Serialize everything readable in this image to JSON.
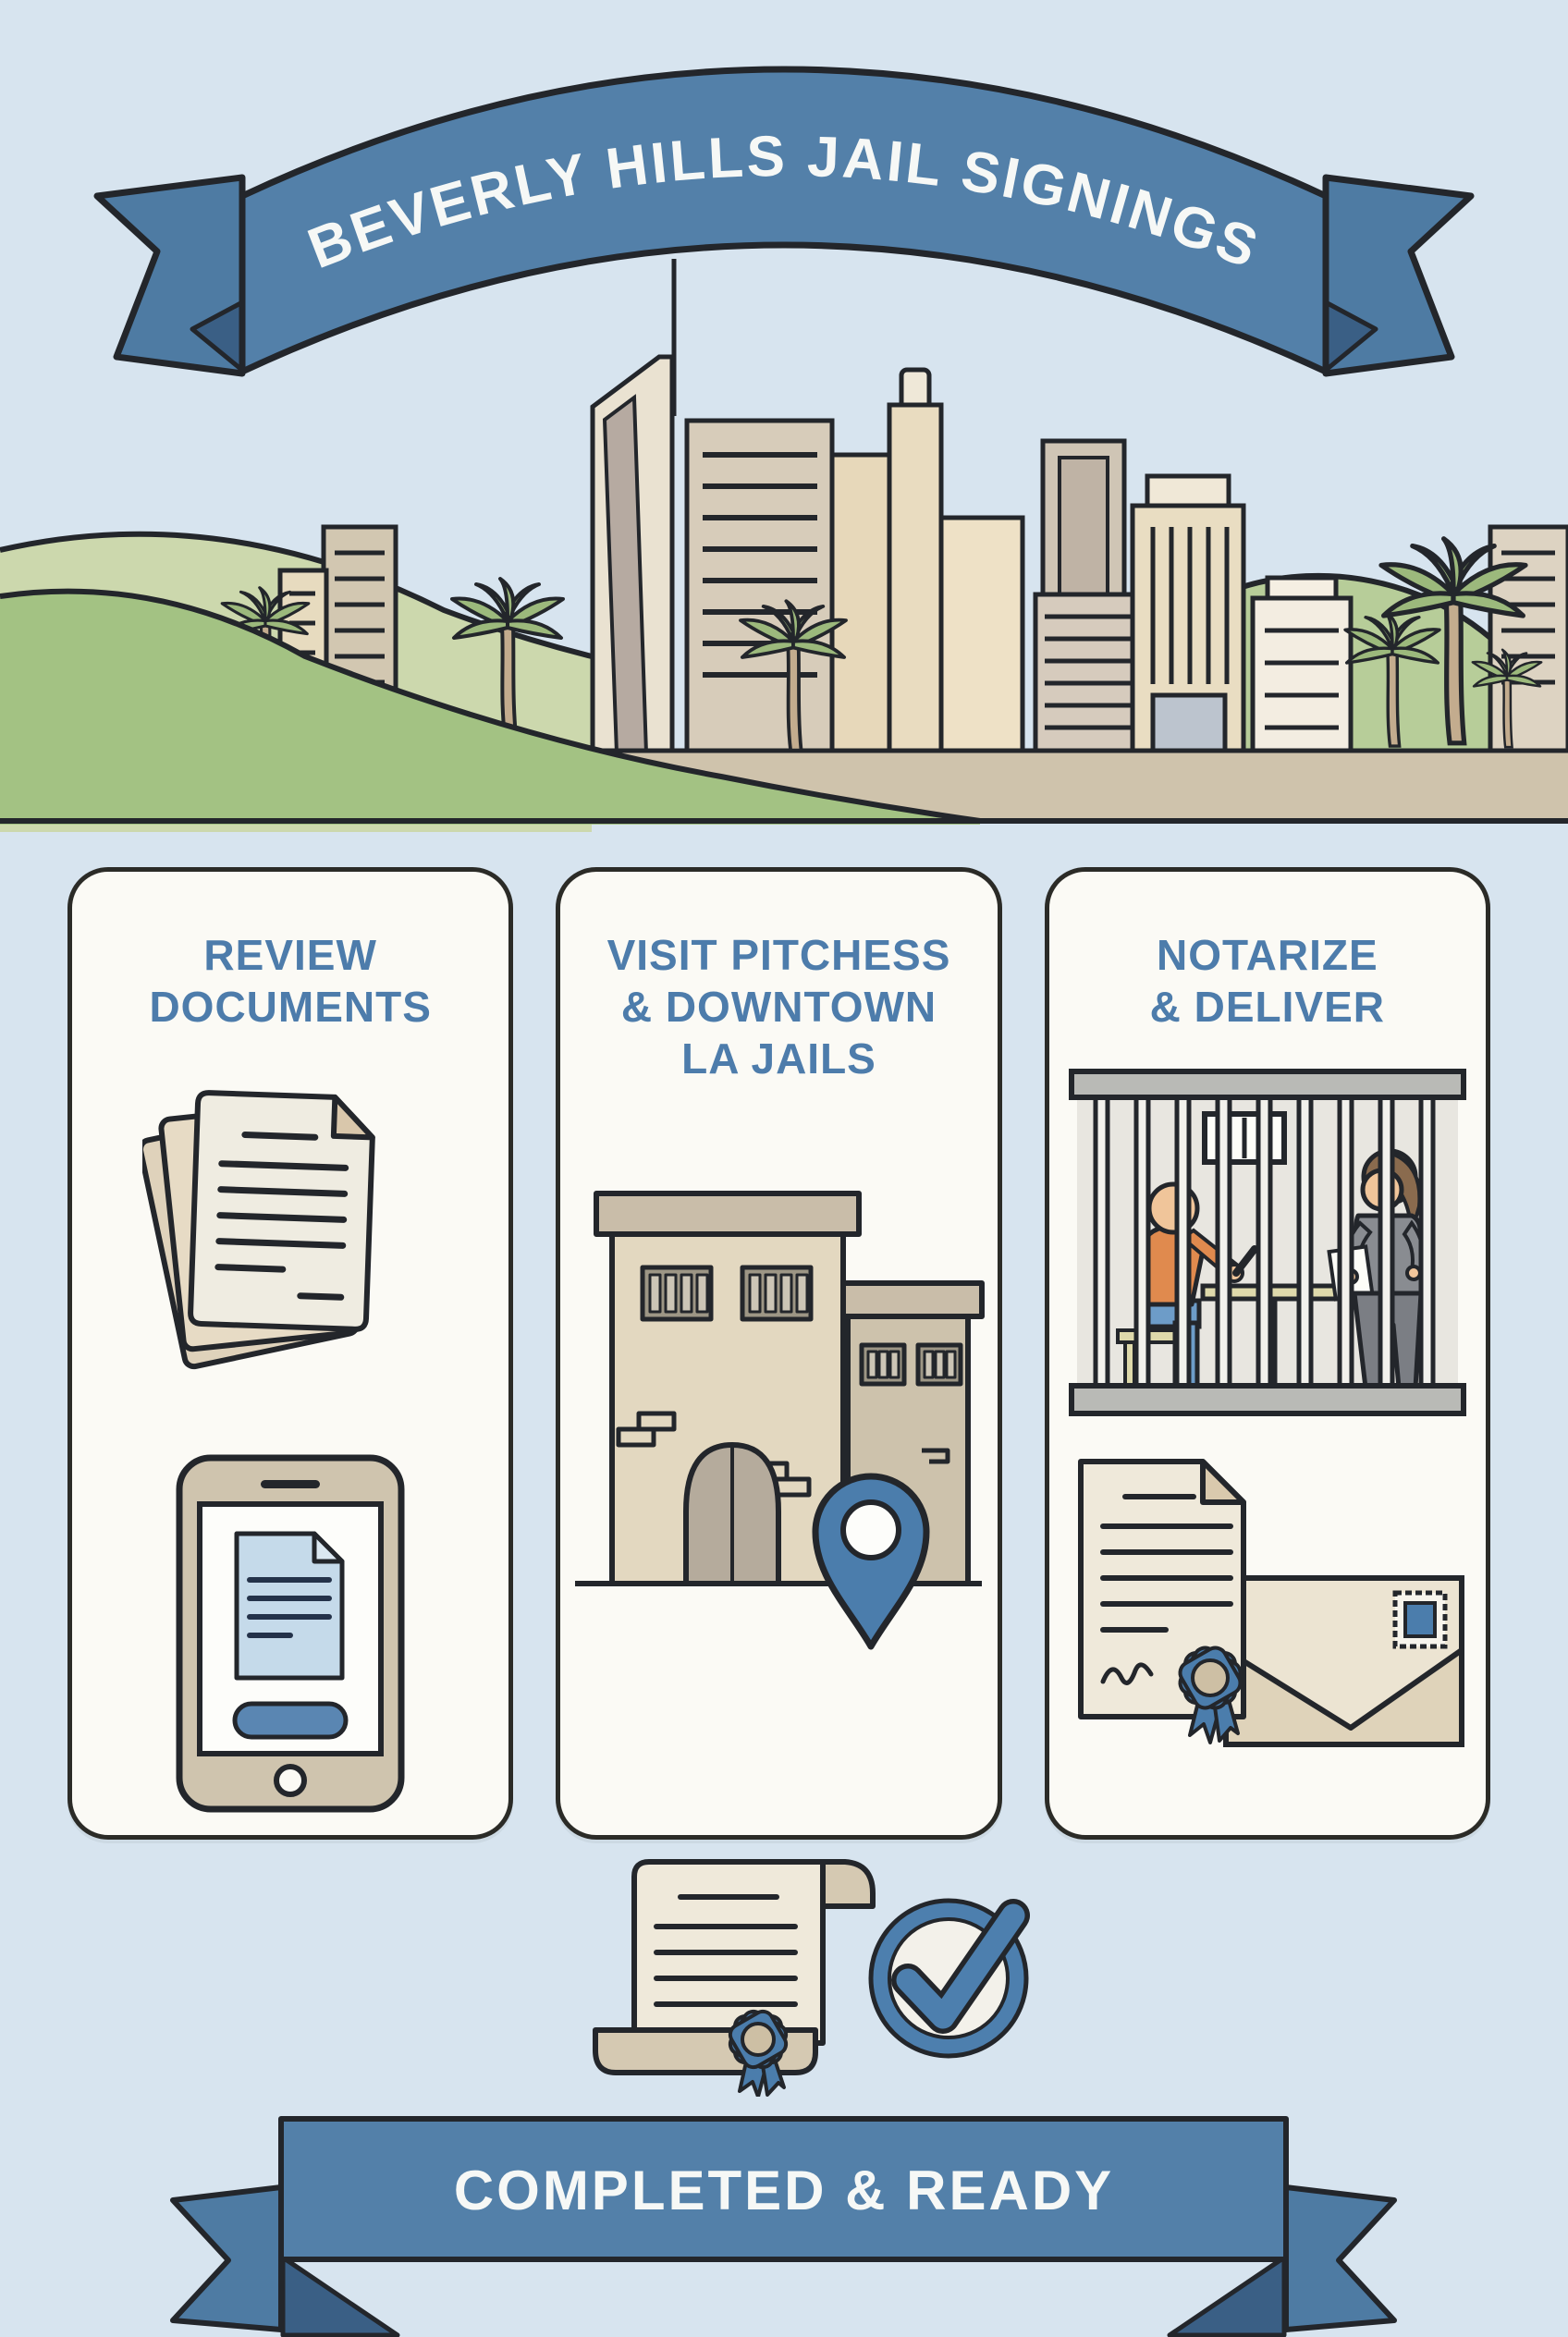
{
  "header": {
    "banner_title": "BEVERLY HILLS JAIL SIGNINGS",
    "scene_icons": [
      "la-skyline-icon",
      "hills-icon",
      "palm-tree-icon",
      "road-icon"
    ]
  },
  "steps": [
    {
      "title_lines": [
        "REVIEW",
        "DOCUMENTS"
      ],
      "icons": [
        "document-stack-icon",
        "smartphone-document-icon"
      ]
    },
    {
      "title_lines": [
        "VISIT PITCHESS",
        "& DOWNTOWN",
        "LA JAILS"
      ],
      "icons": [
        "jail-building-icon",
        "location-pin-icon"
      ]
    },
    {
      "title_lines": [
        "NOTARIZE",
        "& DELIVER"
      ],
      "icons": [
        "jail-cell-signing-icon",
        "notarized-certificate-icon",
        "envelope-icon"
      ]
    }
  ],
  "footer": {
    "banner_title": "COMPLETED & READY",
    "icons": [
      "scroll-certificate-icon",
      "check-circle-icon"
    ]
  },
  "colors": {
    "background": "#d7e4ef",
    "ribbon_blue": "#5380a9",
    "ribbon_tail_blue": "#4e7ba3",
    "ribbon_fold_blue": "#3a5f85",
    "outline_dark": "#23262b",
    "card_background": "#fbfaf5",
    "card_border": "#2b2b27",
    "title_blue": "#4d7cab",
    "accent_blue": "#4b7dac",
    "hill_front": "#a3c283",
    "hill_back": "#ccd8ad",
    "road_tan": "#cfc3ac",
    "paper_cream": "#efe9da"
  }
}
